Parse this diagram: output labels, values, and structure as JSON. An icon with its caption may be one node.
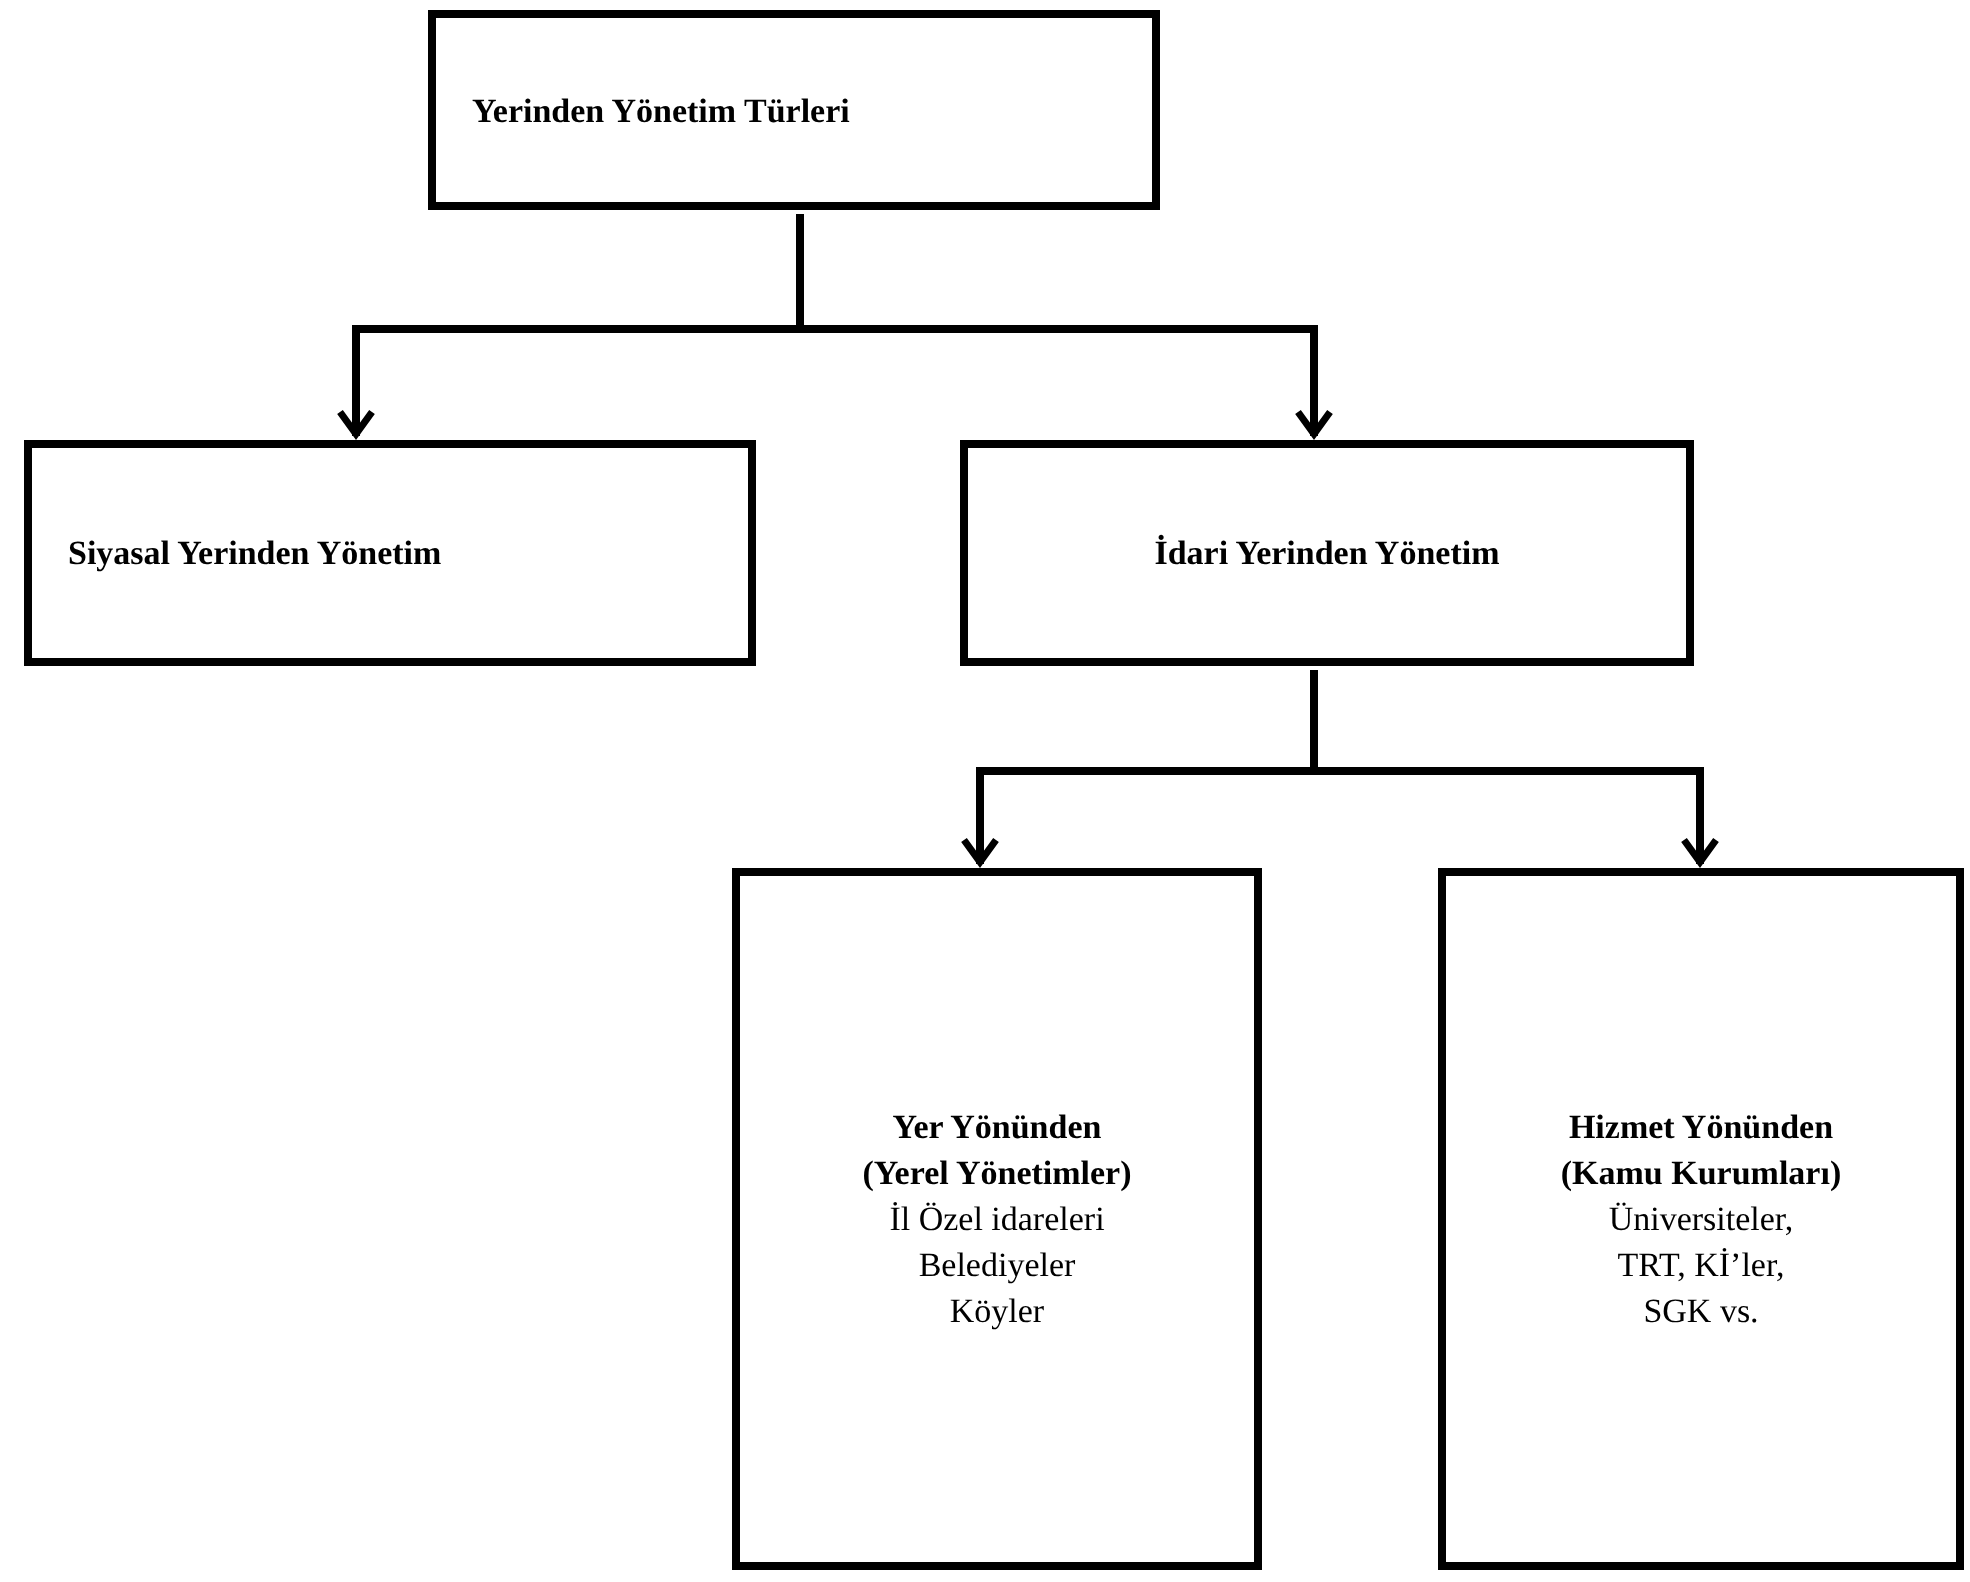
{
  "diagram": {
    "nodes": [
      {
        "text": [
          "Yerinden Yönetim Türleri"
        ]
      },
      {
        "text": [
          "Siyasal Yerinden Yönetim"
        ]
      },
      {
        "text": [
          "İdari Yerinden Yönetim"
        ]
      },
      {
        "text": [
          "Yer Yönünden",
          "(Yerel Yönetimler)",
          "İl Özel idareleri",
          "Belediyeler",
          "Köyler"
        ]
      },
      {
        "text": [
          "Hizmet Yönünden",
          "(Kamu Kurumları)",
          "Üniversiteler,",
          "TRT, Kİ’ler,",
          "SGK vs."
        ]
      }
    ],
    "edges": [
      {
        "from": 0,
        "to": 1,
        "arrow": "to"
      },
      {
        "from": 0,
        "to": 2,
        "arrow": "to"
      },
      {
        "from": 2,
        "to": 3,
        "arrow": "to"
      },
      {
        "from": 2,
        "to": 4,
        "arrow": "to"
      }
    ]
  }
}
